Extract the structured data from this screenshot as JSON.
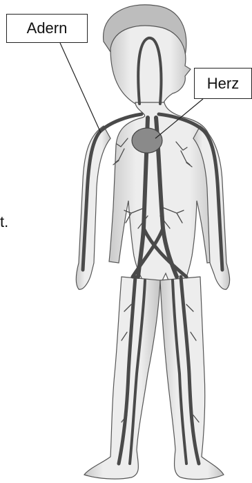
{
  "labels": {
    "adern": "Adern",
    "herz": "Herz"
  },
  "stray_text": "t."
}
